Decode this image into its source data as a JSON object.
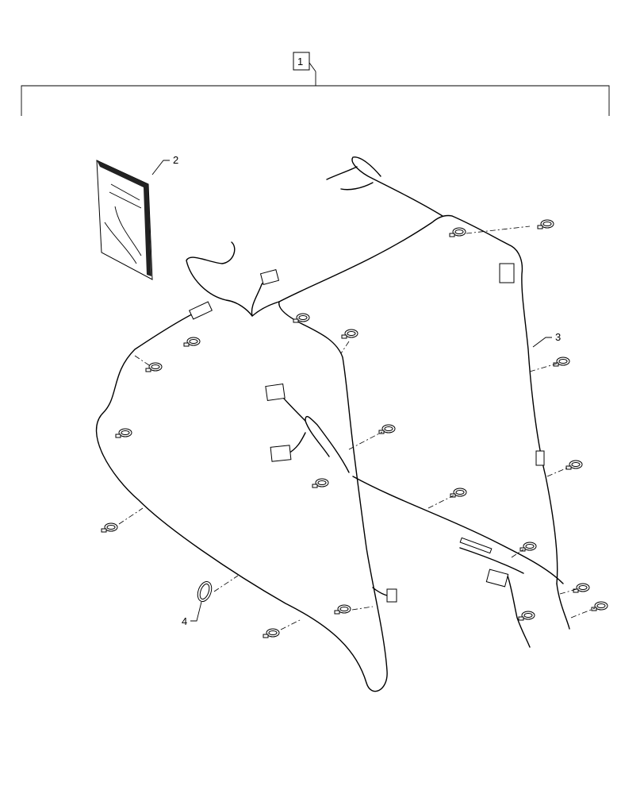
{
  "callouts": {
    "assembly": "1",
    "manual": "2",
    "harness": "3",
    "tie": "4"
  },
  "colors": {
    "line": "#000000",
    "background": "#ffffff"
  },
  "icons": [
    "manual-booklet-icon",
    "wire-harness-icon",
    "cable-tie-icon",
    "connector-icon"
  ]
}
